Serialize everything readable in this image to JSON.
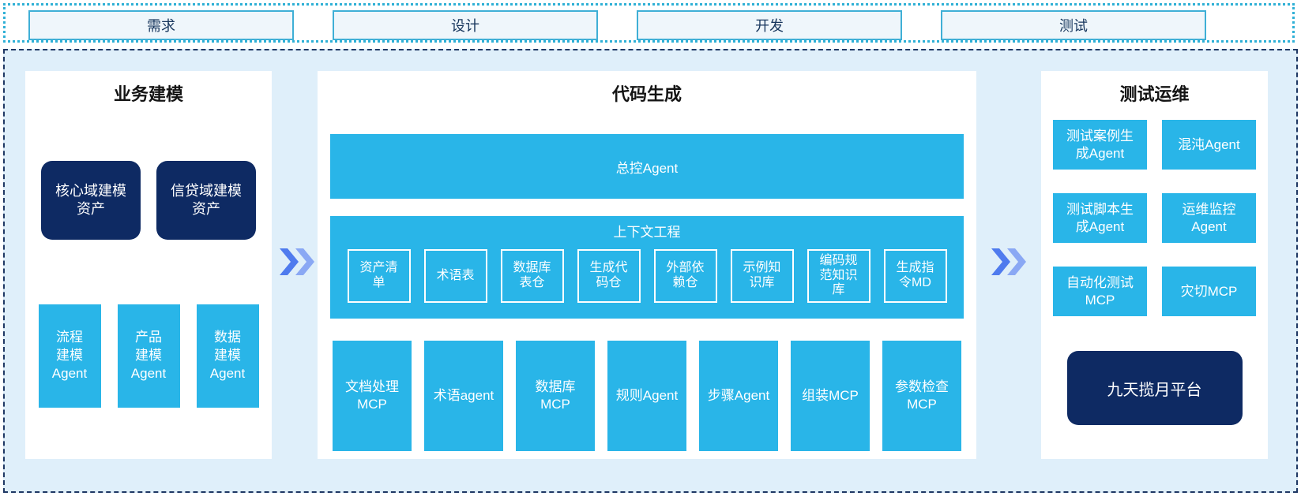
{
  "phases": [
    "需求",
    "设计",
    "开发",
    "测试"
  ],
  "business_modeling": {
    "title": "业务建模",
    "assets": [
      "核心域建模资产",
      "信贷域建模资产"
    ],
    "agents": [
      "流程建模Agent",
      "产品建模Agent",
      "数据建模Agent"
    ]
  },
  "code_generation": {
    "title": "代码生成",
    "master_agent": "总控Agent",
    "context_engineering": {
      "title": "上下文工程",
      "items": [
        "资产清单",
        "术语表",
        "数据库表仓",
        "生成代码仓",
        "外部依赖仓",
        "示例知识库",
        "编码规范知识库",
        "生成指令MD"
      ]
    },
    "tools": [
      "文档处理MCP",
      "术语agent",
      "数据库MCP",
      "规则Agent",
      "步骤Agent",
      "组装MCP",
      "参数检查MCP"
    ]
  },
  "test_ops": {
    "title": "测试运维",
    "boxes": [
      "测试案例生成Agent",
      "混沌Agent",
      "测试脚本生成Agent",
      "运维监控Agent",
      "自动化测试MCP",
      "灾切MCP"
    ],
    "platform": "九天揽月平台"
  },
  "colors": {
    "cyan_box": "#29b5e8",
    "navy_box": "#0e2a63",
    "panel_background": "#dfeffa",
    "phase_box_fill": "#eff6fb",
    "phase_box_border": "#3fafd6",
    "top_dotted_border": "#2fb0d6",
    "main_dashed_border": "#1f3864",
    "chevron_dark": "#4f7bee",
    "chevron_light": "#8aa8f4",
    "phase_text": "#17365d",
    "box_text": "#ffffff"
  }
}
